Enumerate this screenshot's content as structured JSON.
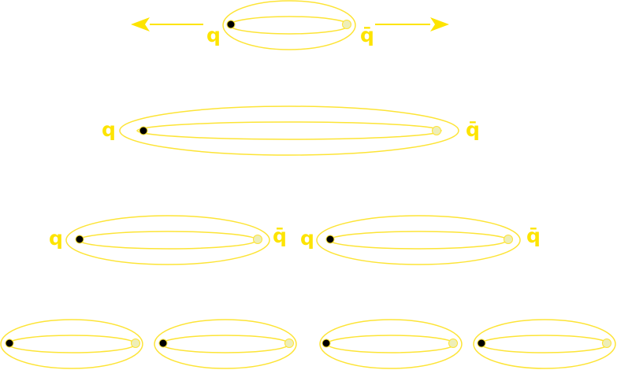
{
  "colors": {
    "string": "#fde436",
    "label": "#fde400",
    "arrow": "#fde400",
    "quark": "#000000",
    "antiquark": "#eeeeb8"
  },
  "labels": {
    "quark": "q",
    "antiquark": "q̄"
  },
  "stages": [
    {
      "name": "separating-pair",
      "strings": 1,
      "arrows": true
    },
    {
      "name": "stretched-string",
      "strings": 1,
      "arrows": false
    },
    {
      "name": "string-broken-once",
      "strings": 2,
      "arrows": false
    },
    {
      "name": "strings-broken-again",
      "strings": 4,
      "arrows": false
    }
  ]
}
